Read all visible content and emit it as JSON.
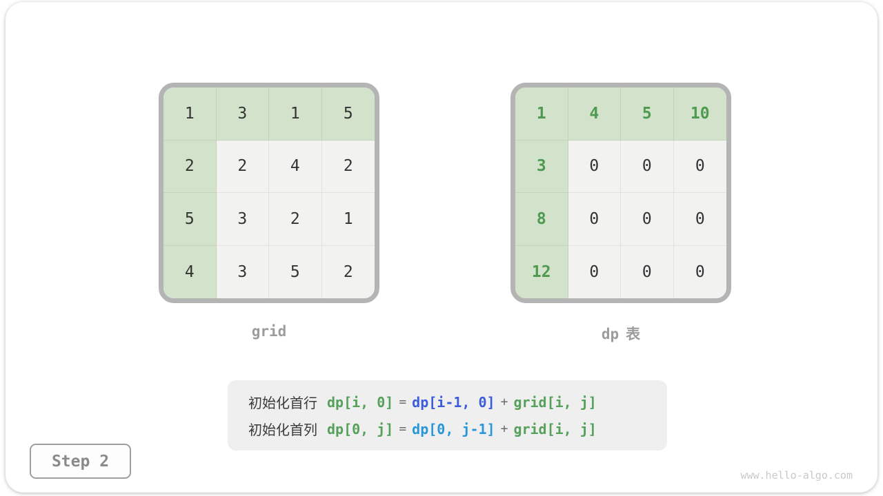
{
  "tables": {
    "grid": {
      "label": "grid",
      "rows": [
        [
          "1",
          "3",
          "1",
          "5"
        ],
        [
          "2",
          "2",
          "4",
          "2"
        ],
        [
          "5",
          "3",
          "2",
          "1"
        ],
        [
          "4",
          "3",
          "5",
          "2"
        ]
      ],
      "header_text_green": false
    },
    "dp": {
      "label_code": "dp",
      "label_cjk": "表",
      "rows": [
        [
          "1",
          "4",
          "5",
          "10"
        ],
        [
          "3",
          "0",
          "0",
          "0"
        ],
        [
          "8",
          "0",
          "0",
          "0"
        ],
        [
          "12",
          "0",
          "0",
          "0"
        ]
      ],
      "header_text_green": true
    }
  },
  "formula": {
    "lines": [
      {
        "prefix": "初始化首行",
        "lhs": "dp[i, 0]",
        "eq": "=",
        "mid": "dp[i-1, 0]",
        "plus": "+",
        "rhs": "grid[i, j]",
        "mid_color": "#3b5cdb"
      },
      {
        "prefix": "初始化首列",
        "lhs": "dp[0, j]",
        "eq": "=",
        "mid": "dp[0, j-1]",
        "plus": "+",
        "rhs": "grid[i, j]",
        "mid_color": "#2996d8"
      }
    ]
  },
  "step_badge": "Step 2",
  "watermark": "www.hello-algo.com",
  "colors": {
    "header_cell_bg": "#d2e2cb",
    "cell_bg": "#f2f2f1",
    "table_border": "#b4b4b4",
    "table_green_text": "#4e9a51",
    "code_green": "#55a05a",
    "blue_row_formula": "#3b5cdb",
    "blue_col_formula": "#2996d8",
    "label_gray": "#9c9c9c"
  }
}
